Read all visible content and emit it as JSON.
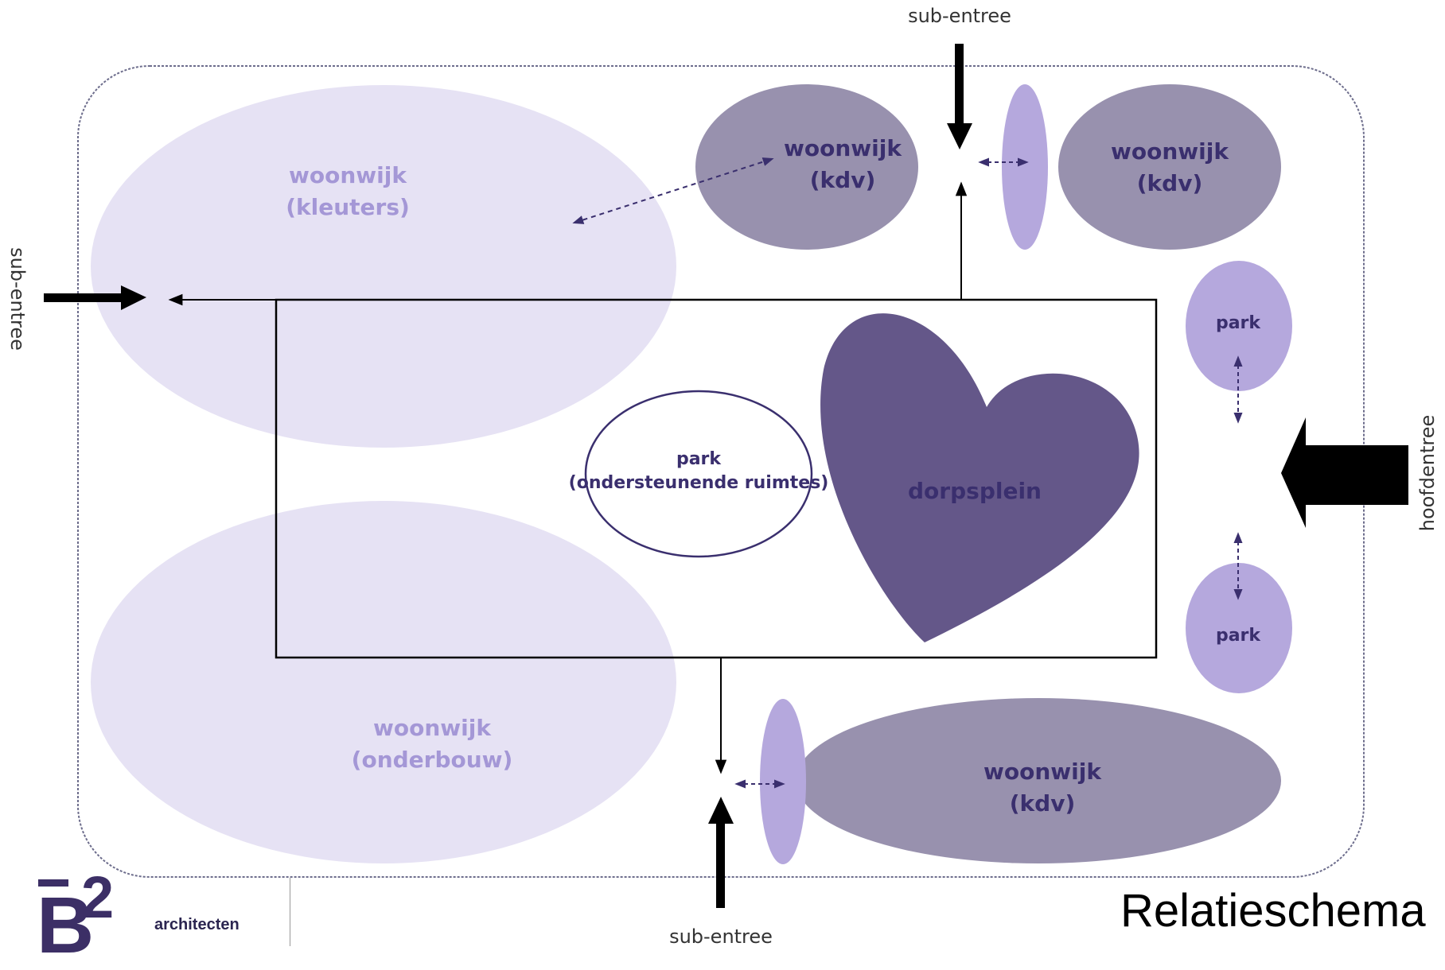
{
  "entrances": {
    "top": "sub-entree",
    "bottom": "sub-entree",
    "left": "sub-entree",
    "right": "hoofdentree"
  },
  "zones": {
    "kleuters": {
      "line1": "woonwijk",
      "line2": "(kleuters)"
    },
    "onderbouw": {
      "line1": "woonwijk",
      "line2": "(onderbouw)"
    },
    "kdv_top_left": {
      "line1": "woonwijk",
      "line2": "(kdv)"
    },
    "kdv_top_right": {
      "line1": "woonwijk",
      "line2": "(kdv)"
    },
    "kdv_bottom": {
      "line1": "woonwijk",
      "line2": "(kdv)"
    },
    "park_center": {
      "line1": "park",
      "line2": "(ondersteunende ruimtes)"
    },
    "park_right_top": "park",
    "park_right_bottom": "park",
    "dorpsplein": "dorpsplein"
  },
  "title": "Relatieschema",
  "logo": {
    "mark": "B",
    "superscript": "2",
    "name": "architecten"
  },
  "colors": {
    "light_lavender": "#e6e2f4",
    "light_text": "#a497d6",
    "medium_gray_purple": "#9891ae",
    "dark_text": "#3a2f6e",
    "lilac": "#b5a8dd",
    "heart": "#645789",
    "line": "#000000"
  }
}
